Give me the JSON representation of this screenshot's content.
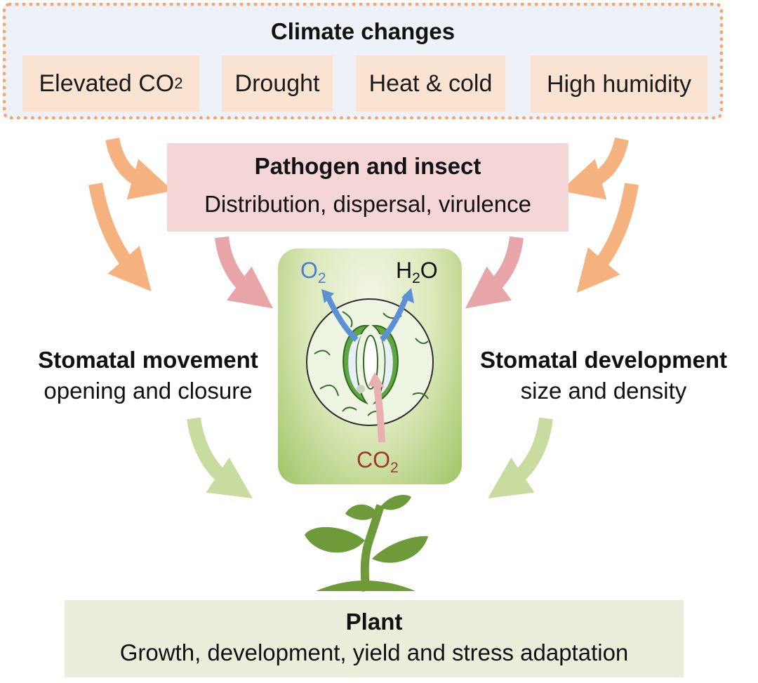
{
  "climate": {
    "title": "Climate changes",
    "factors": [
      "Elevated CO",
      "Drought",
      "Heat & cold",
      "High humidity"
    ],
    "co2_subscript": "2"
  },
  "pathogen": {
    "title": "Pathogen and insect",
    "subtitle": "Distribution, dispersal, virulence"
  },
  "stomata": {
    "o2_label": "O",
    "o2_sub": "2",
    "h2o_h": "H",
    "h2o_sub": "2",
    "h2o_o": "O",
    "co2_label": "CO",
    "co2_sub": "2"
  },
  "movement": {
    "title": "Stomatal movement",
    "subtitle": "opening and closure"
  },
  "development": {
    "title": "Stomatal development",
    "subtitle": "size and density"
  },
  "plant": {
    "title": "Plant",
    "subtitle": "Growth, development, yield and stress adaptation"
  },
  "colors": {
    "orange_arrow": "#f6b27e",
    "pink_arrow": "#e8a5a8",
    "green_arrow": "#c8dca0",
    "blue_arrow": "#5b8fd6",
    "plant_green": "#6e9a3a"
  }
}
